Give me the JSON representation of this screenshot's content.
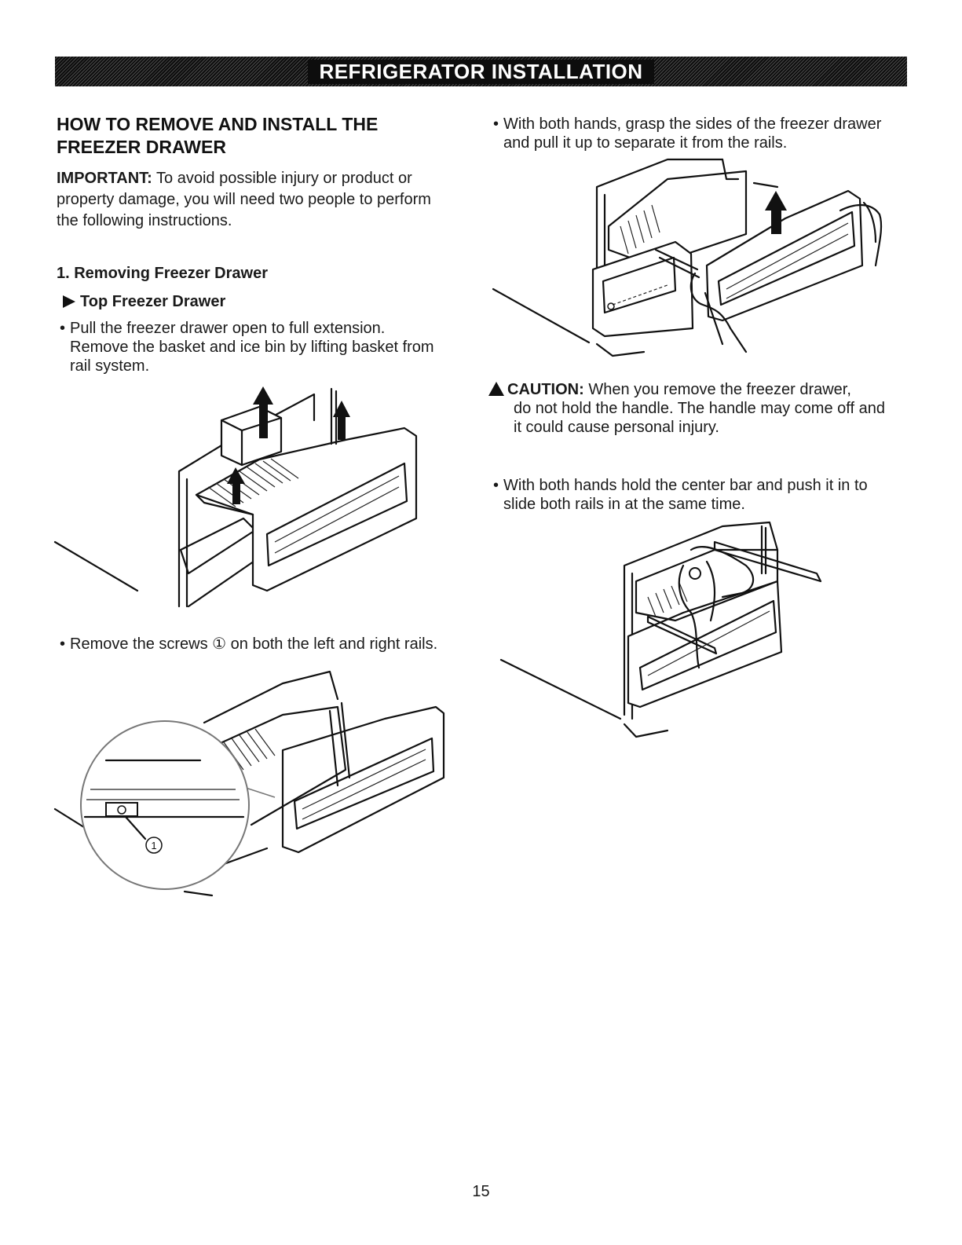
{
  "banner": {
    "title": "REFRIGERATOR INSTALLATION"
  },
  "section": {
    "title_line1": "HOW TO REMOVE AND INSTALL THE",
    "title_line2": "FREEZER DRAWER",
    "important_label": "IMPORTANT:",
    "important_text": " To avoid possible injury or product or property damage, you will need two people to perform the following instructions."
  },
  "step1": {
    "heading": "1. Removing Freezer Drawer",
    "sub_heading": "Top Freezer Drawer",
    "bullet_pull": "Pull the freezer drawer open to full extension. Remove the basket and ice bin by lifting basket from rail system.",
    "bullet_screws_before": "Remove the screws ",
    "bullet_screws_after": " on both the left and right rails.",
    "callout_number": "①"
  },
  "right": {
    "bullet_grasp": "With both hands, grasp the sides of the freezer drawer and pull it up to separate it from the rails.",
    "caution_label": "CAUTION:",
    "caution_text_1": " When you remove the freezer drawer,",
    "caution_text_2": "do not hold the handle. The handle may come off and it could cause personal injury.",
    "bullet_push": "With both hands hold the center bar and push it in to slide both rails in at the same time."
  },
  "footer": {
    "page_number": "15"
  },
  "icons": {
    "bullet": "•",
    "triangle": "play-triangle-icon",
    "warning": "warning-triangle-icon"
  }
}
